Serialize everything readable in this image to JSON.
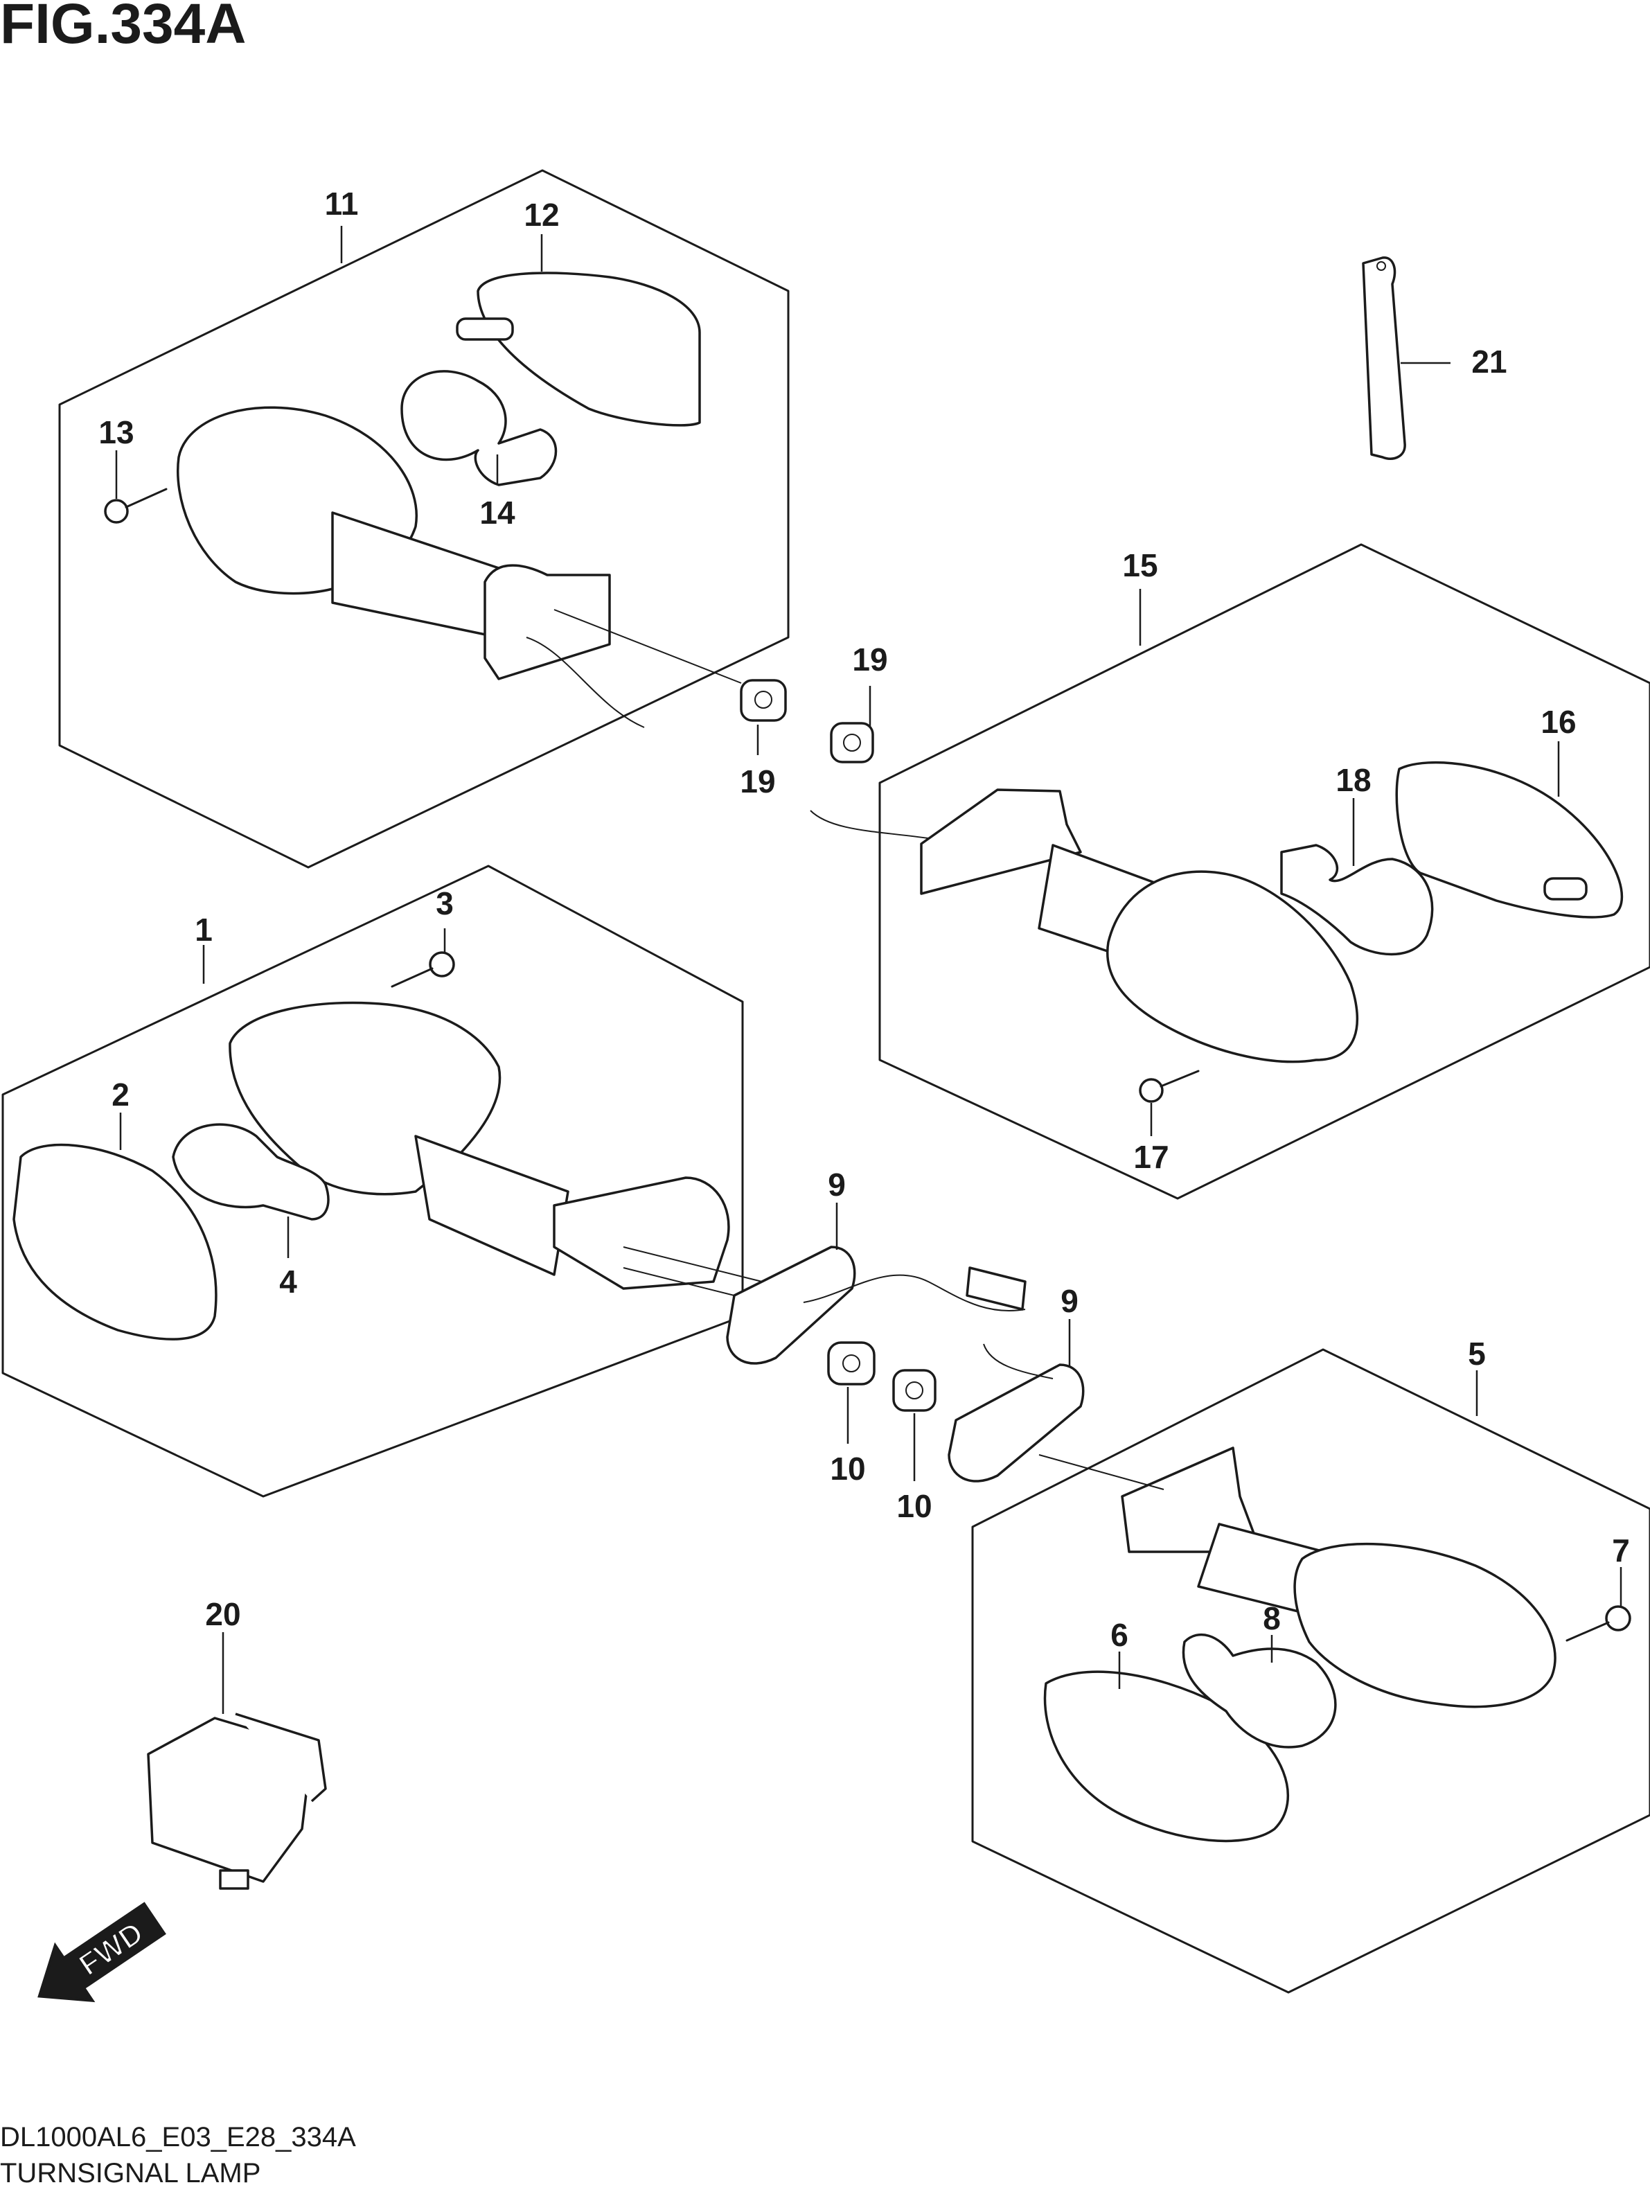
{
  "figure": {
    "title": "FIG.334A",
    "diagram_code": "DL1000AL6_E03_E28_334A",
    "section_name": "TURNSIGNAL LAMP"
  },
  "direction_marker": {
    "label": "FWD",
    "icon": "forward-arrow-icon"
  },
  "callouts": {
    "c1": "1",
    "c2": "2",
    "c3": "3",
    "c4": "4",
    "c5": "5",
    "c6": "6",
    "c7": "7",
    "c8": "8",
    "c9a": "9",
    "c9b": "9",
    "c10a": "10",
    "c10b": "10",
    "c11": "11",
    "c12": "12",
    "c13": "13",
    "c14": "14",
    "c15": "15",
    "c16": "16",
    "c17": "17",
    "c18": "18",
    "c19a": "19",
    "c19b": "19",
    "c20": "20",
    "c21": "21"
  },
  "colors": {
    "ink": "#1b1b1b",
    "background": "#ffffff"
  }
}
